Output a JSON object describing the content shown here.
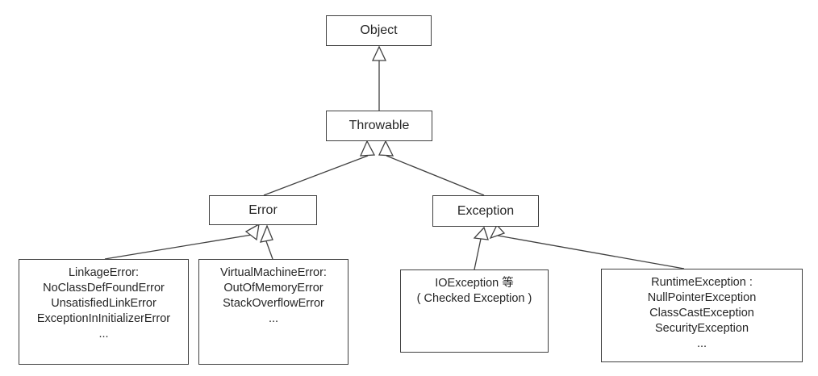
{
  "colors": {
    "background": "#ffffff",
    "line": "#404040",
    "box_border": "#404040",
    "text": "#262626"
  },
  "nodes": {
    "object": {
      "label": "Object"
    },
    "throwable": {
      "label": "Throwable"
    },
    "error": {
      "label": "Error"
    },
    "exception": {
      "label": "Exception"
    },
    "linkage_error": {
      "lines": [
        "LinkageError:",
        "NoClassDefFoundError",
        "UnsatisfiedLinkError",
        "ExceptionInInitializerError",
        "..."
      ]
    },
    "virtual_machine_error": {
      "lines": [
        "VirtualMachineError:",
        "OutOfMemoryError",
        "StackOverflowError",
        "..."
      ]
    },
    "io_exception": {
      "lines": [
        "IOException 等",
        "( Checked Exception )"
      ]
    },
    "runtime_exception": {
      "lines": [
        "RuntimeException :",
        "NullPointerException",
        "ClassCastException",
        "SecurityException",
        "..."
      ]
    }
  },
  "edges": [
    {
      "from": "Throwable",
      "to": "Object",
      "type": "inheritance"
    },
    {
      "from": "Error",
      "to": "Throwable",
      "type": "inheritance"
    },
    {
      "from": "Exception",
      "to": "Throwable",
      "type": "inheritance"
    },
    {
      "from": "LinkageError",
      "to": "Error",
      "type": "inheritance"
    },
    {
      "from": "VirtualMachineError",
      "to": "Error",
      "type": "inheritance"
    },
    {
      "from": "IOException",
      "to": "Exception",
      "type": "inheritance"
    },
    {
      "from": "RuntimeException",
      "to": "Exception",
      "type": "inheritance"
    }
  ]
}
